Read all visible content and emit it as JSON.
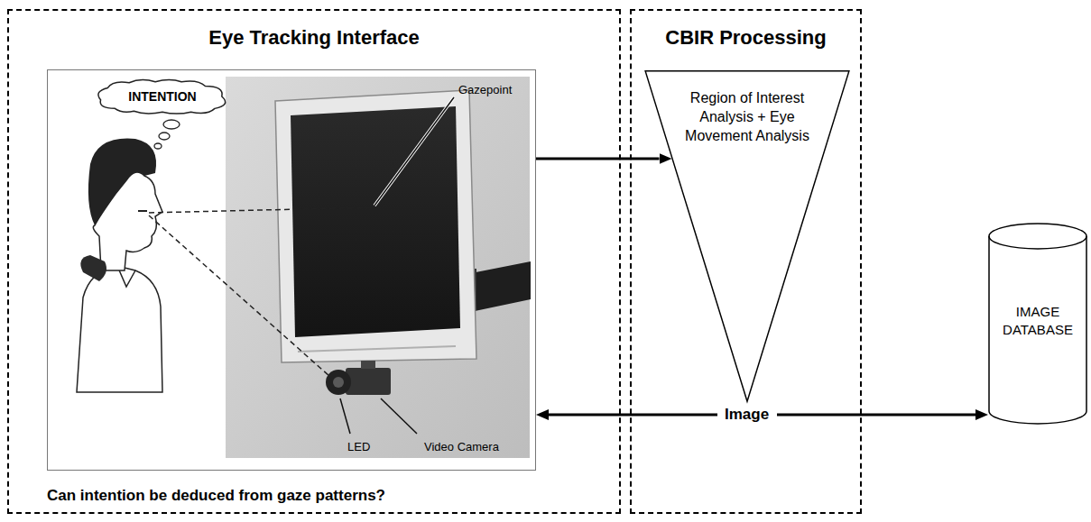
{
  "diagram": {
    "nodes": [
      {
        "text": [
          "Eye Tracking Interface",
          "Can intention be deduced from gaze patterns?"
        ]
      },
      {
        "text": [
          "Gazepoint",
          "LED",
          "Video Camera"
        ],
        "in": 0
      },
      {
        "text": [
          "INTENTION"
        ],
        "in": 1
      },
      {
        "text": [
          "CBIR Processing"
        ]
      },
      {
        "text": [
          "Region of Interest Analysis + Eye Movement Analysis"
        ],
        "in": 3
      },
      {
        "text": [
          "Image"
        ],
        "in": 3
      },
      {
        "text": [
          "IMAGE DATABASE"
        ]
      }
    ],
    "edges": [
      {
        "from": 1,
        "to": 4,
        "arrow": "to"
      },
      {
        "from": 5,
        "to": 1,
        "arrow": "to"
      },
      {
        "from": 5,
        "to": 6,
        "arrow": "to"
      }
    ]
  }
}
